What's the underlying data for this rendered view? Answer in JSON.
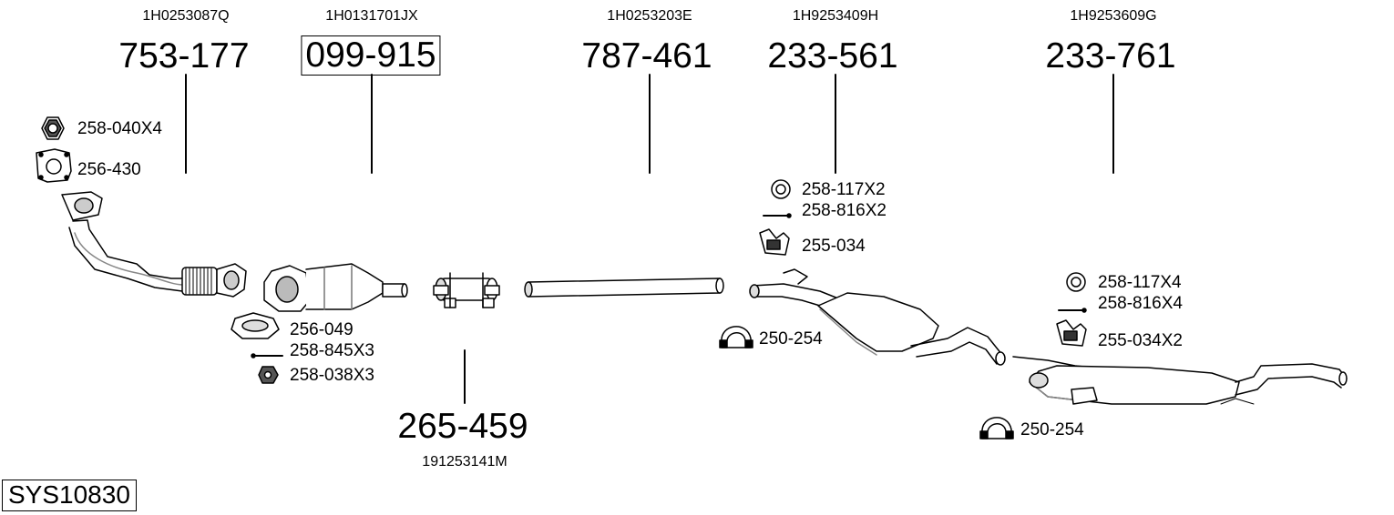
{
  "system_id": "SYS10830",
  "parts": [
    {
      "oe": "1H0253087Q",
      "number": "753-177"
    },
    {
      "oe": "1H0131701JX",
      "number": "099-915"
    },
    {
      "oe": "1H0253203E",
      "number": "787-461"
    },
    {
      "oe": "1H9253409H",
      "number": "233-561"
    },
    {
      "oe": "1H9253609G",
      "number": "233-761"
    },
    {
      "oe": "191253141M",
      "number": "265-459"
    }
  ],
  "accessories": [
    "258-040X4",
    "256-430",
    "256-049",
    "258-845X3",
    "258-038X3",
    "258-117X2",
    "258-816X2",
    "255-034",
    "250-254",
    "258-117X4",
    "258-816X4",
    "255-034X2",
    "250-254"
  ]
}
